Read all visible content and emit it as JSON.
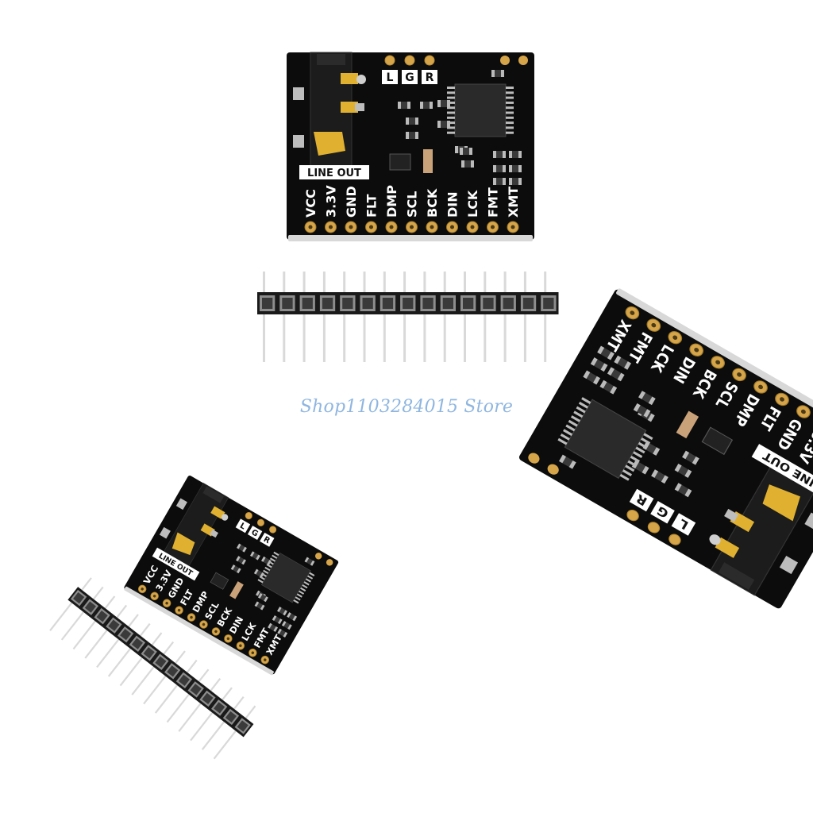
{
  "watermark": "Shop1103284015 Store",
  "board": {
    "pin_labels": [
      "VCC",
      "3.3V",
      "GND",
      "FLT",
      "DMP",
      "SCL",
      "BCK",
      "DIN",
      "LCK",
      "FMT",
      "XMT"
    ],
    "line_out": "LINE OUT",
    "channel_tags": [
      "L",
      "G",
      "R"
    ]
  },
  "header_pin_count": 15,
  "colors": {
    "pcb": "#0c0c0c",
    "pad_gold": "#d6a54a",
    "jack_gold": "#e0b030",
    "silkscreen": "#ffffff",
    "watermark": "#8fb6e0"
  }
}
